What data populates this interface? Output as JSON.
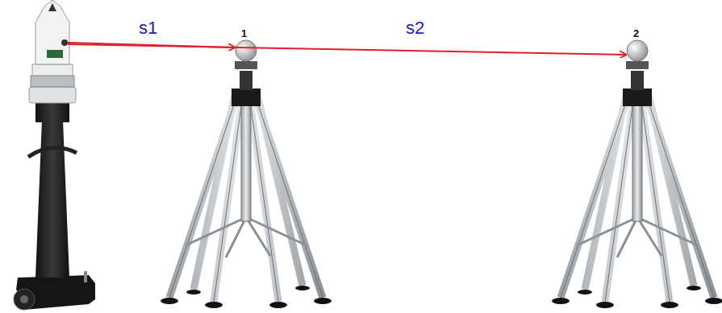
{
  "diagram": {
    "labels": [
      "s1",
      "s2",
      "1",
      "2"
    ]
  }
}
